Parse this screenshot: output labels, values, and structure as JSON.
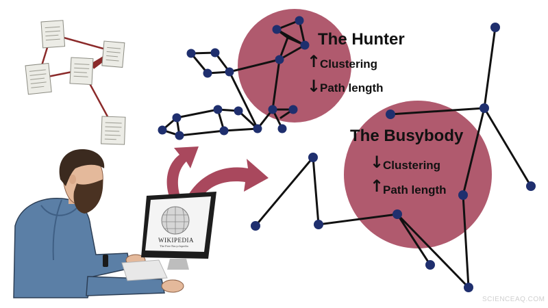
{
  "colors": {
    "circle_fill": "#b05a6e",
    "node_fill": "#1f2f6e",
    "edge": "#111111",
    "arrow_fill": "#a9485d",
    "paper_edge": "#8b2a2a"
  },
  "hunter": {
    "title": "The Hunter",
    "item1": {
      "label": "Clustering",
      "direction": "up"
    },
    "item2": {
      "label": "Path length",
      "direction": "down"
    }
  },
  "busybody": {
    "title": "The Busybody",
    "item1": {
      "label": "Clustering",
      "direction": "down"
    },
    "item2": {
      "label": "Path length",
      "direction": "up"
    }
  },
  "monitor": {
    "logo_text": "WIKIPEDIA",
    "logo_subtext": "The Free Encyclopedia"
  },
  "icons": {
    "up": "↑",
    "down": "↓"
  },
  "watermark": "SCIENCEAQ.COM"
}
